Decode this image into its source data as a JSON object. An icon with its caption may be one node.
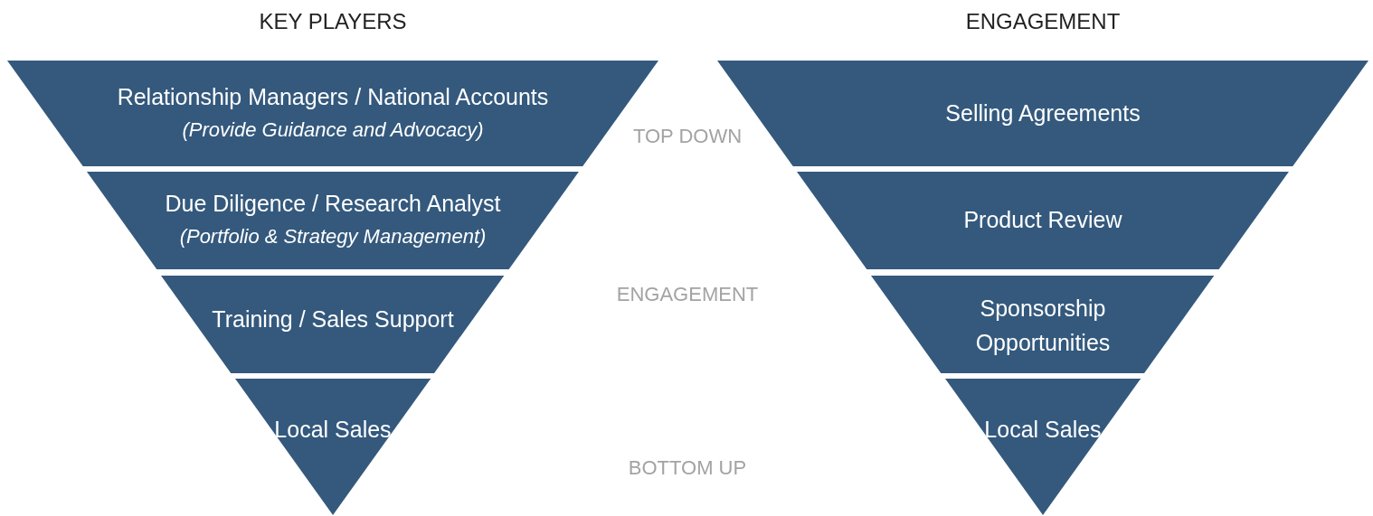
{
  "diagram": {
    "nodes": [
      {
        "text": [
          "Relationship Managers / National Accounts",
          "(Provide Guidance and Advocacy)"
        ]
      },
      {
        "text": [
          "Due Diligence / Research Analyst",
          "(Portfolio & Strategy Management)"
        ]
      },
      {
        "text": [
          "Training / Sales Support"
        ]
      },
      {
        "text": [
          "Local Sales"
        ]
      },
      {
        "text": [
          "Selling Agreements"
        ]
      },
      {
        "text": [
          "Product Review"
        ]
      },
      {
        "text": [
          "Sponsorship Opportunities"
        ]
      },
      {
        "text": [
          "Local Sales"
        ]
      }
    ],
    "labels": [
      "KEY PLAYERS",
      "ENGAGEMENT",
      "TOP DOWN",
      "ENGAGEMENT",
      "BOTTOM UP"
    ]
  }
}
